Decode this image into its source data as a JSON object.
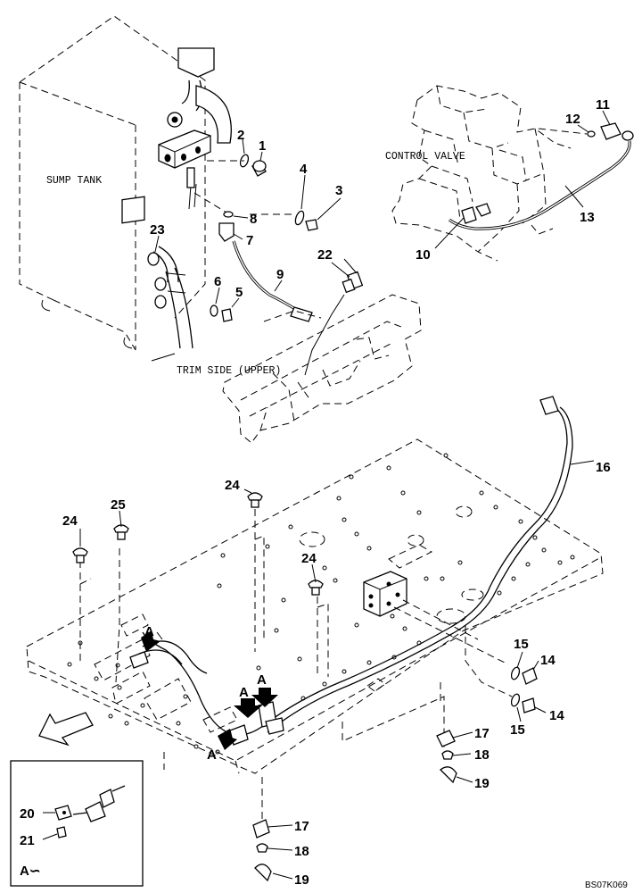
{
  "labels": {
    "sump_tank": "SUMP TANK",
    "control_valve": "CONTROL VALVE",
    "trim_side": "TRIM SIDE (UPPER)",
    "detail_view": "A∽",
    "view_marker": "A",
    "drawing_code": "BS07K069"
  },
  "callouts": [
    "1",
    "2",
    "3",
    "4",
    "5",
    "6",
    "7",
    "8",
    "9",
    "10",
    "11",
    "12",
    "13",
    "14",
    "14",
    "15",
    "15",
    "16",
    "17",
    "17",
    "18",
    "18",
    "19",
    "19",
    "20",
    "21",
    "22",
    "23",
    "24",
    "24",
    "24",
    "25"
  ]
}
